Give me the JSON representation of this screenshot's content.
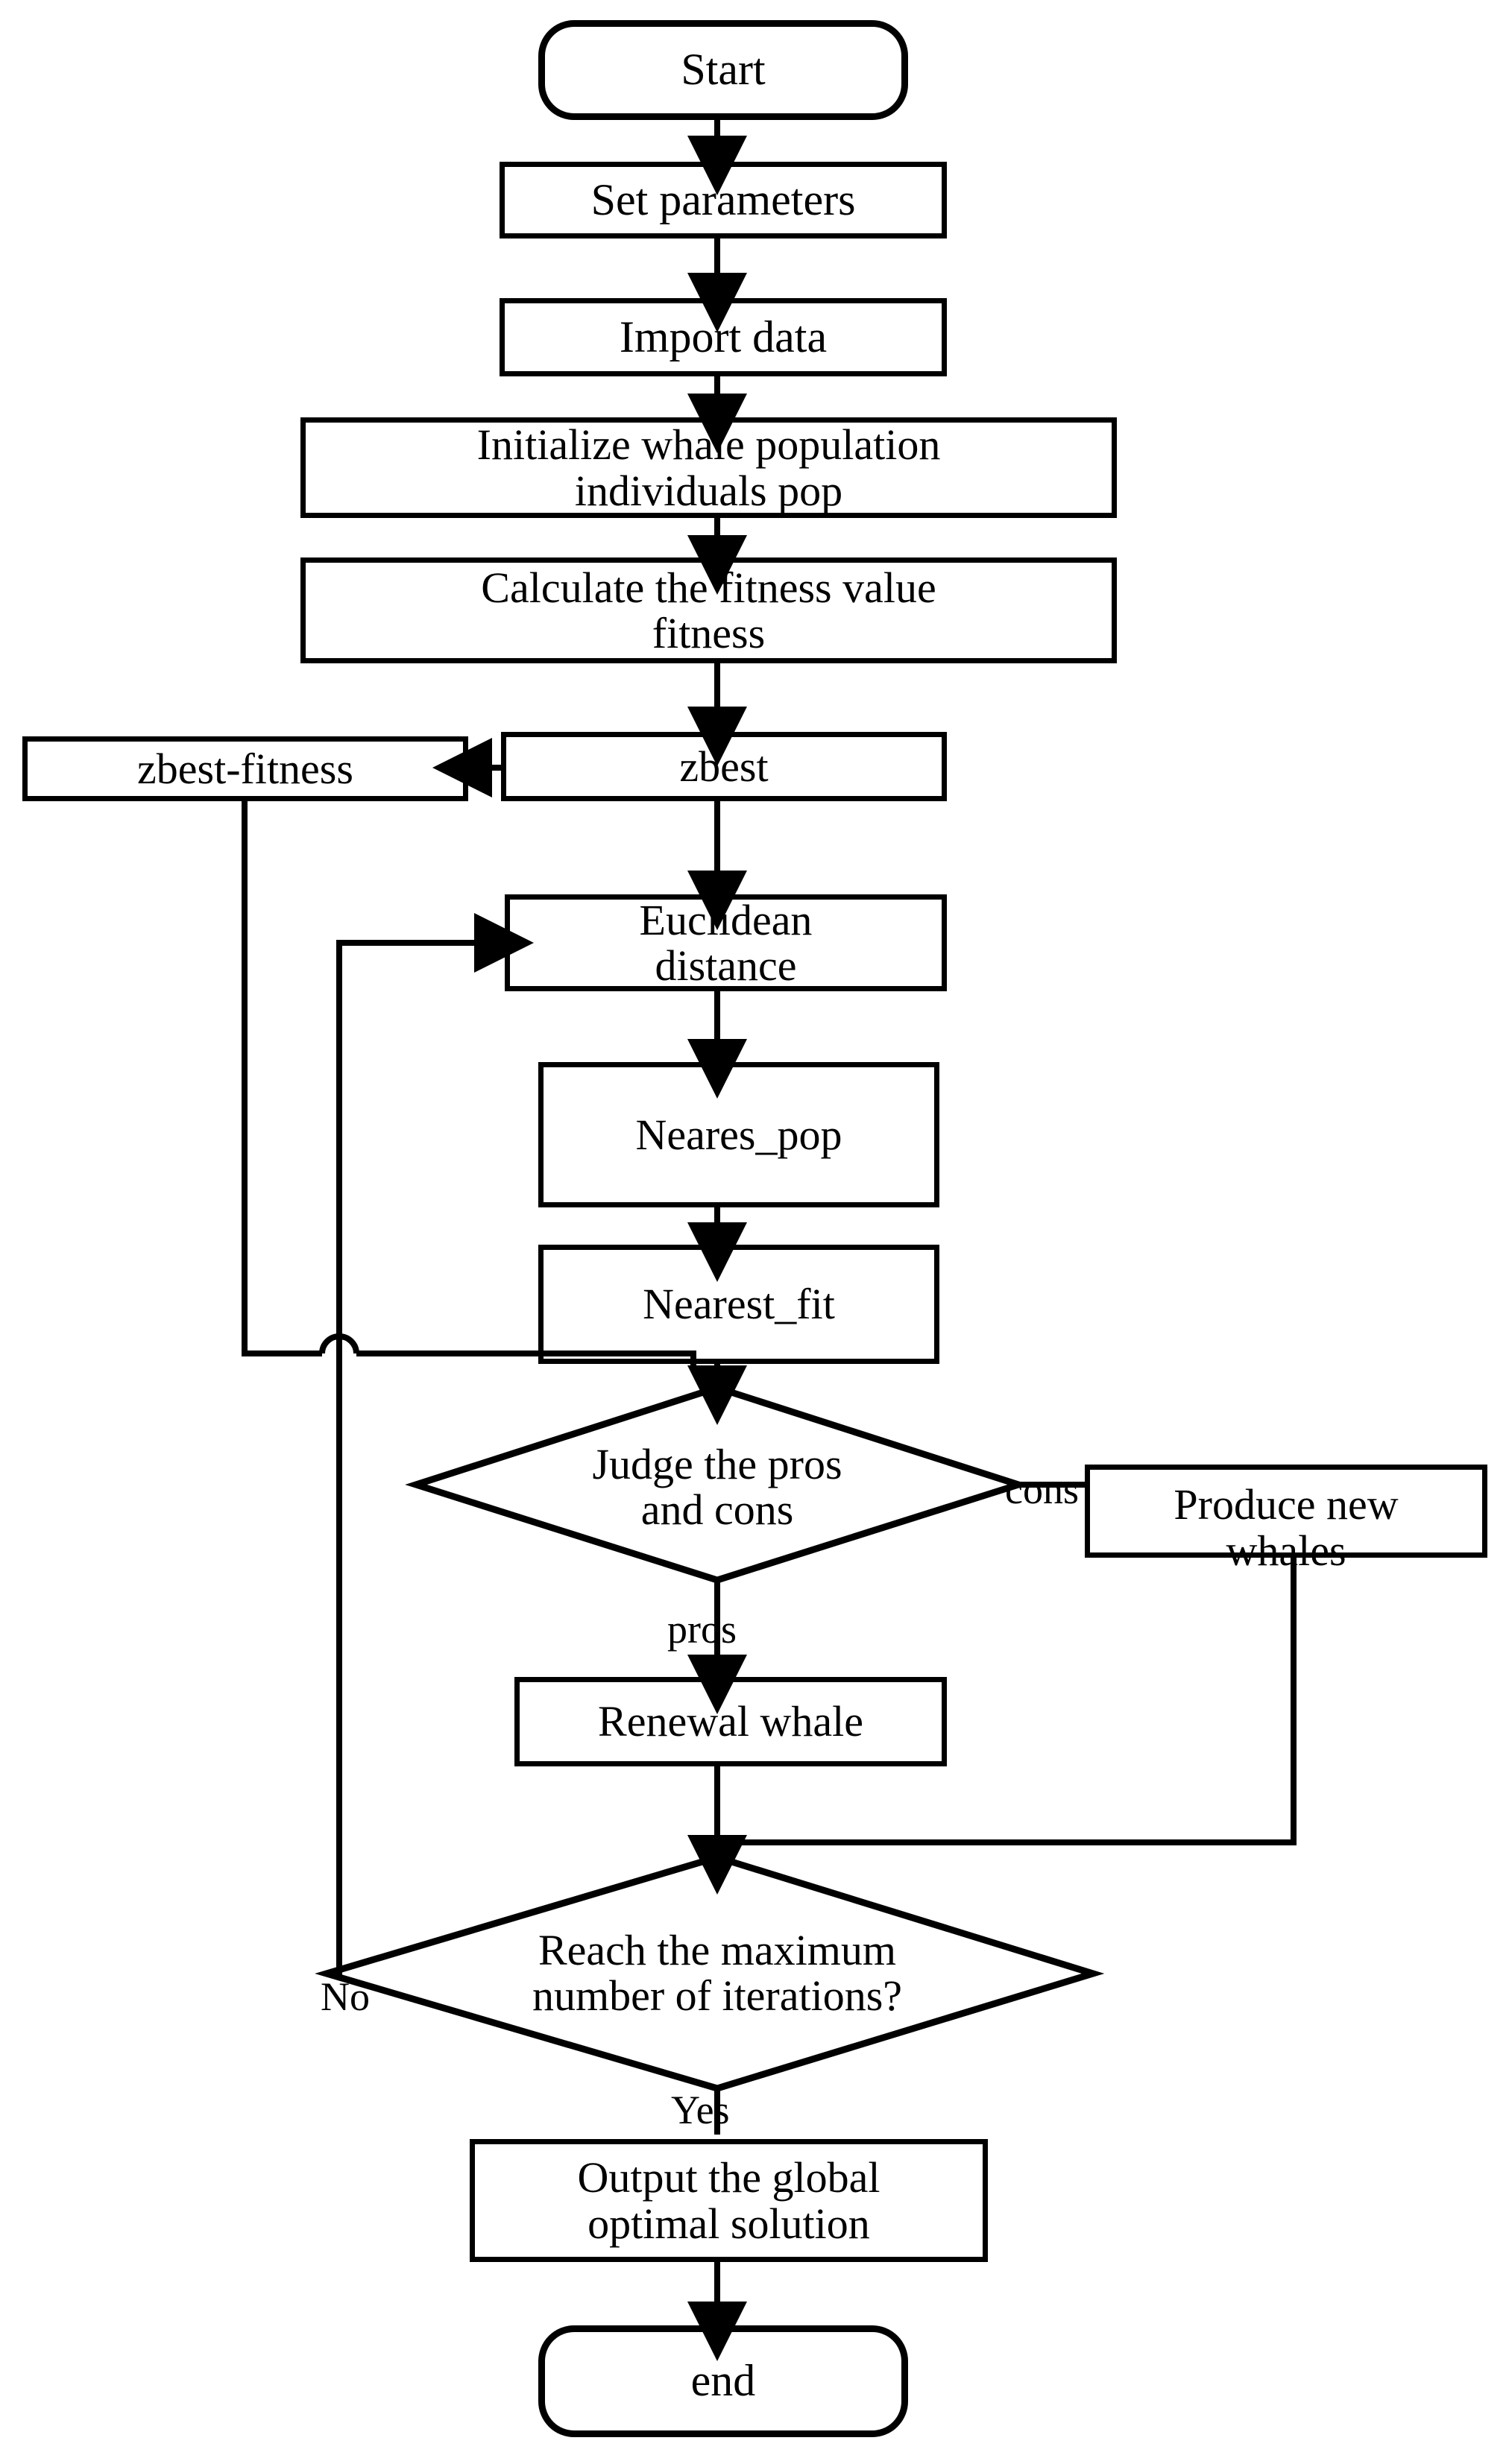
{
  "diagram": {
    "title": "Whale Optimization Algorithm flowchart",
    "type": "flowchart",
    "stroke_color": "#000000",
    "background_color": "#ffffff"
  },
  "nodes": {
    "start": {
      "label": "Start",
      "shape": "terminator"
    },
    "set_parameters": {
      "label": "Set parameters",
      "shape": "process"
    },
    "import_data": {
      "label": "Import data",
      "shape": "process"
    },
    "initialize_population": {
      "label": "Initialize whale population\nindividuals pop",
      "shape": "process"
    },
    "calculate_fitness": {
      "label": "Calculate the fitness value\nfitness",
      "shape": "process"
    },
    "zbest_fitness": {
      "label": "zbest-fitness",
      "shape": "process"
    },
    "zbest": {
      "label": "zbest",
      "shape": "process"
    },
    "euclidean_distance": {
      "label": "Euclidean\ndistance",
      "shape": "process"
    },
    "neares_pop": {
      "label": "Neares_pop",
      "shape": "process"
    },
    "nearest_fit": {
      "label": "Nearest_fit",
      "shape": "process"
    },
    "judge_pros_cons": {
      "label": "Judge the pros\nand cons",
      "shape": "decision"
    },
    "produce_new_whales": {
      "label": "Produce new\nwhales",
      "shape": "process"
    },
    "renewal_whale": {
      "label": "Renewal whale",
      "shape": "process"
    },
    "reach_max_iterations": {
      "label": "Reach the maximum\nnumber of iterations?",
      "shape": "decision"
    },
    "output_global_optimal": {
      "label": "Output the global\noptimal solution",
      "shape": "process"
    },
    "end": {
      "label": "end",
      "shape": "terminator"
    }
  },
  "edge_labels": {
    "cons": "cons",
    "pros": "pros",
    "no": "No",
    "yes": "Yes"
  }
}
